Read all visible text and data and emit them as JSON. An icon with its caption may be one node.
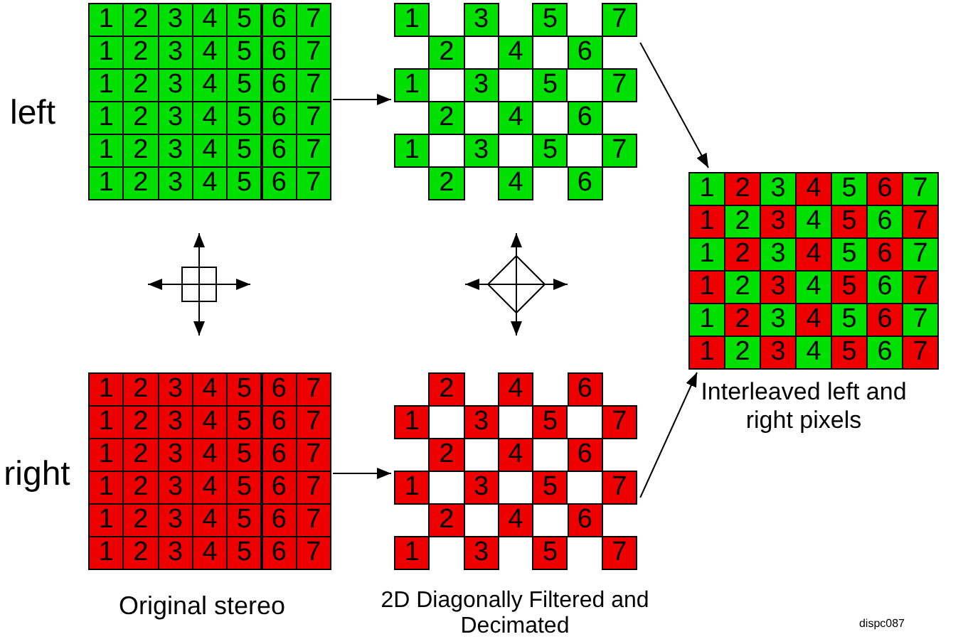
{
  "diagram": {
    "nodes": [
      {
        "text": [
          "1",
          "2",
          "3",
          "4",
          "5",
          "6",
          "7",
          "1",
          "2",
          "3",
          "4",
          "5",
          "6",
          "7",
          "1",
          "2",
          "3",
          "4",
          "5",
          "6",
          "7",
          "1",
          "2",
          "3",
          "4",
          "5",
          "6",
          "7",
          "1",
          "2",
          "3",
          "4",
          "5",
          "6",
          "7",
          "1",
          "2",
          "3",
          "4",
          "5",
          "6",
          "7"
        ],
        "beside": [
          "left"
        ]
      },
      {
        "text": [
          "1",
          "3",
          "5",
          "7",
          "2",
          "4",
          "6",
          "1",
          "3",
          "5",
          "7",
          "2",
          "4",
          "6",
          "1",
          "3",
          "5",
          "7",
          "2",
          "4",
          "6"
        ]
      },
      {
        "text": [
          "1",
          "2",
          "3",
          "4",
          "5",
          "6",
          "7",
          "1",
          "2",
          "3",
          "4",
          "5",
          "6",
          "7",
          "1",
          "2",
          "3",
          "4",
          "5",
          "6",
          "7",
          "1",
          "2",
          "3",
          "4",
          "5",
          "6",
          "7",
          "1",
          "2",
          "3",
          "4",
          "5",
          "6",
          "7",
          "1",
          "2",
          "3",
          "4",
          "5",
          "6",
          "7"
        ],
        "beside": [
          "Interleaved left and right pixels"
        ]
      },
      {
        "text": [
          "1",
          "2",
          "3",
          "4",
          "5",
          "6",
          "7",
          "1",
          "2",
          "3",
          "4",
          "5",
          "6",
          "7",
          "1",
          "2",
          "3",
          "4",
          "5",
          "6",
          "7",
          "1",
          "2",
          "3",
          "4",
          "5",
          "6",
          "7",
          "1",
          "2",
          "3",
          "4",
          "5",
          "6",
          "7",
          "1",
          "2",
          "3",
          "4",
          "5",
          "6",
          "7"
        ],
        "beside": [
          "right"
        ]
      },
      {
        "text": [
          "2",
          "4",
          "6",
          "1",
          "3",
          "5",
          "7",
          "2",
          "4",
          "6",
          "1",
          "3",
          "5",
          "7",
          "2",
          "4",
          "6",
          "1",
          "3",
          "5",
          "7"
        ]
      }
    ],
    "edges": [
      {
        "from": 0,
        "to": 1,
        "arrow": "to"
      },
      {
        "from": 3,
        "to": 4,
        "arrow": "to"
      },
      {
        "from": 1,
        "to": 2,
        "arrow": "to"
      },
      {
        "from": 4,
        "to": 2,
        "arrow": "to"
      }
    ],
    "labels": [
      "Original stereo",
      "2D Diagonally Filtered and Decimated",
      "dispc087"
    ]
  }
}
